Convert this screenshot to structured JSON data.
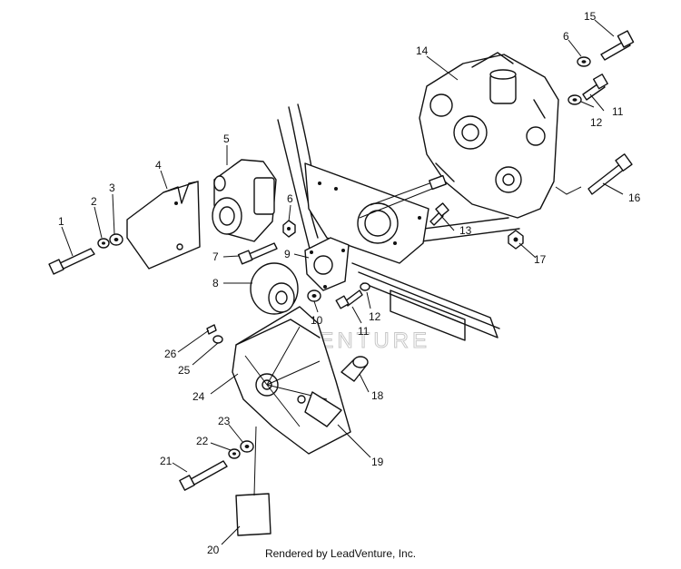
{
  "watermark": "ADVENTURE",
  "footer": "Rendered by LeadVenture, Inc.",
  "callouts": {
    "p1": "1",
    "p2": "2",
    "p3": "3",
    "p4": "4",
    "p5": "5",
    "p6a": "6",
    "p6b": "6",
    "p7": "7",
    "p8": "8",
    "p9": "9",
    "p10": "10",
    "p11a": "11",
    "p11b": "11",
    "p12a": "12",
    "p12b": "12",
    "p13": "13",
    "p14": "14",
    "p15": "15",
    "p16": "16",
    "p17": "17",
    "p18": "18",
    "p19": "19",
    "p20": "20",
    "p21": "21",
    "p22": "22",
    "p23": "23",
    "p24": "24",
    "p25": "25",
    "p26": "26"
  }
}
